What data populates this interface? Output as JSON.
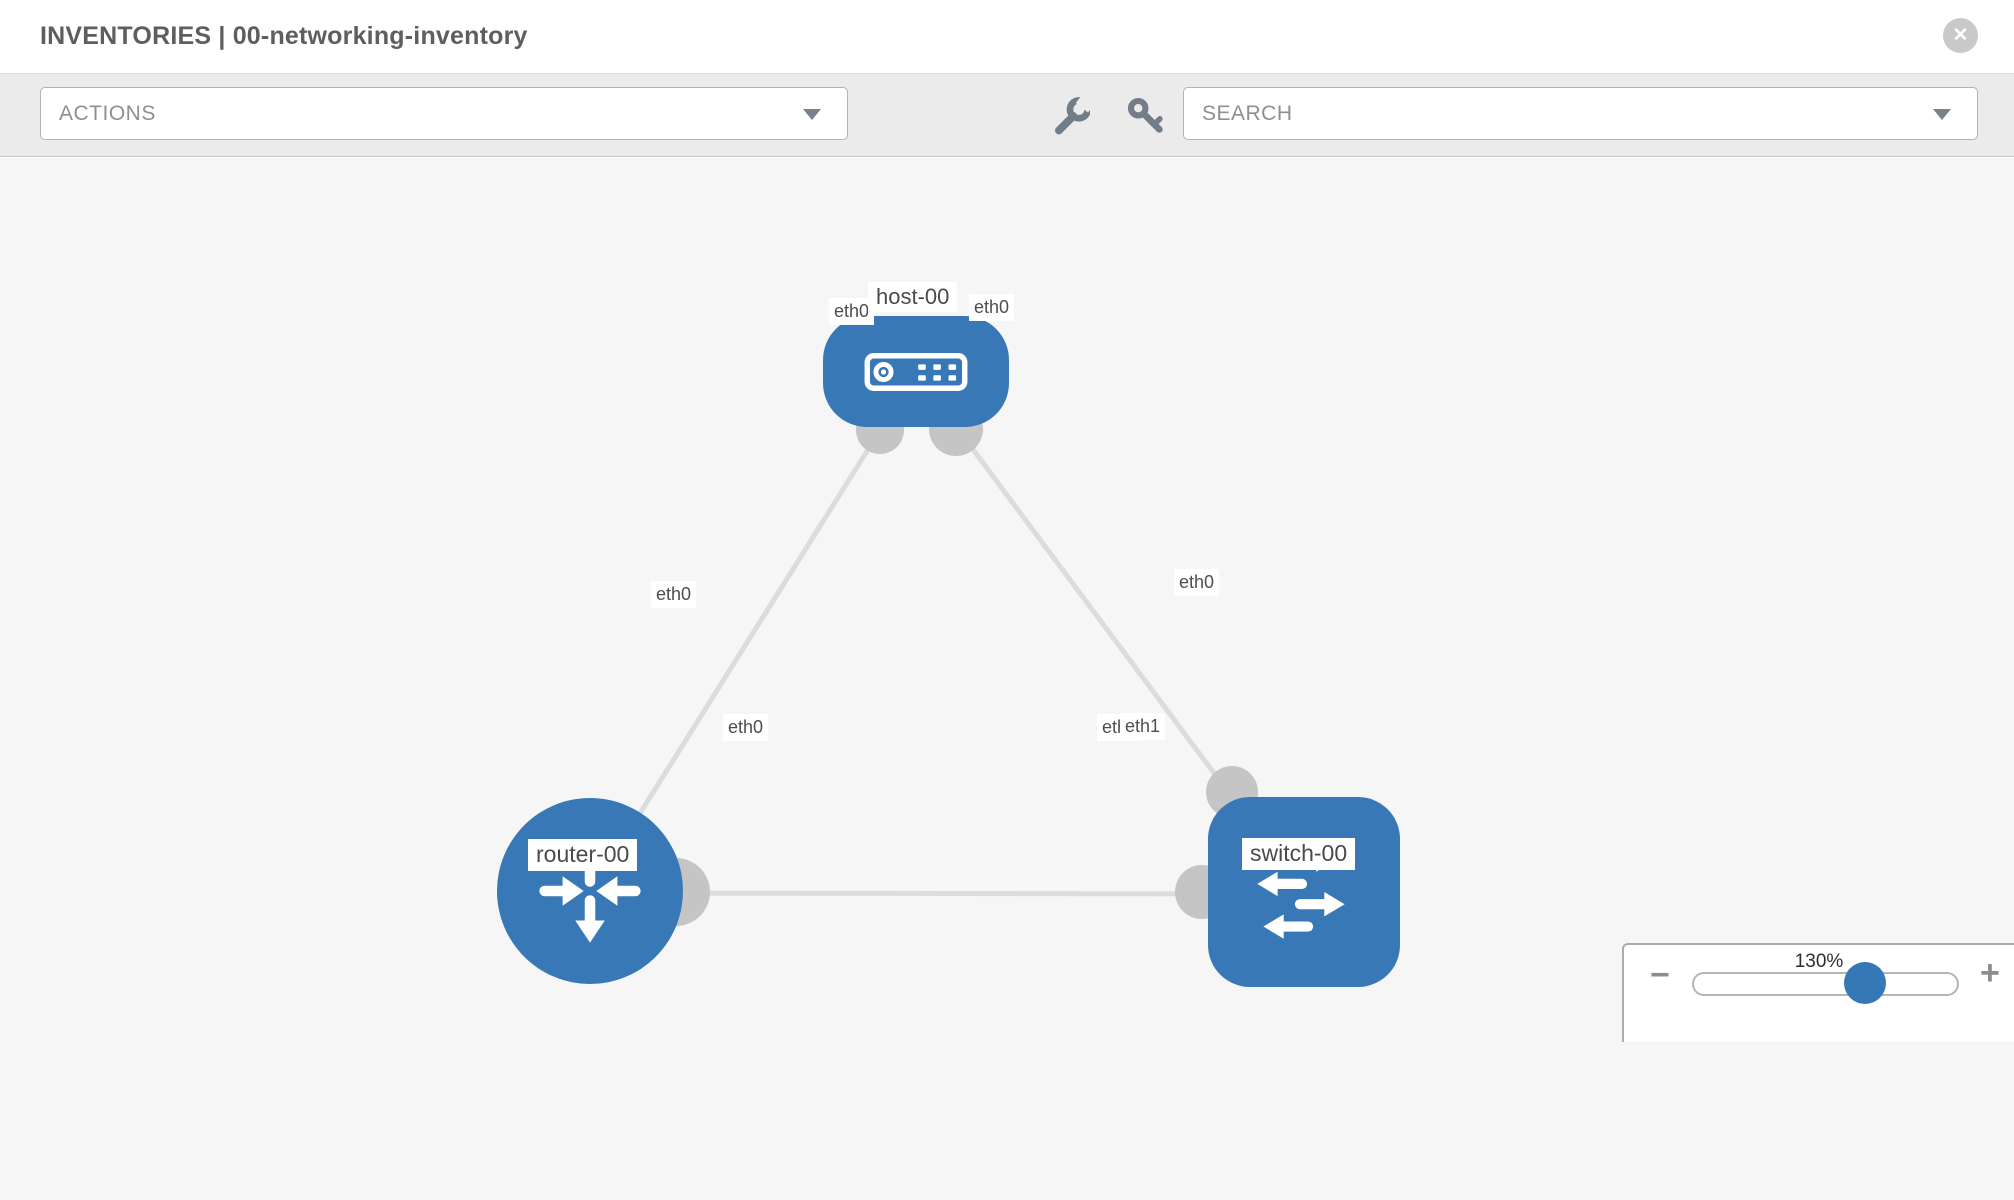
{
  "header": {
    "title": "INVENTORIES | 00-networking-inventory",
    "close_icon": "close-icon"
  },
  "toolbar": {
    "actions_label": "ACTIONS",
    "search_placeholder": "SEARCH",
    "icons": [
      "wrench-icon",
      "key-icon"
    ]
  },
  "diagram": {
    "nodes": [
      {
        "id": "host-00",
        "type": "host",
        "label": "host-00",
        "icon": "server-icon"
      },
      {
        "id": "router-00",
        "type": "router",
        "label": "router-00",
        "icon": "router-arrows-icon"
      },
      {
        "id": "switch-00",
        "type": "switch",
        "label": "switch-00",
        "icon": "switch-arrows-icon"
      }
    ],
    "links": [
      {
        "from": "host-00",
        "to": "router-00",
        "host_if": "eth0",
        "router_if": "eth0"
      },
      {
        "from": "host-00",
        "to": "switch-00",
        "host_if": "eth0",
        "switch_if": "eth0"
      },
      {
        "from": "router-00",
        "to": "switch-00",
        "router_if": "eth0",
        "switch_if": "eth1",
        "switch_if_back": "eth0"
      }
    ]
  },
  "zoom_control": {
    "value": "130%",
    "level_percent": 130,
    "minus_label": "−",
    "plus_label": "+"
  },
  "colors": {
    "node_blue": "#3878b6",
    "link_gray": "#dcdcdc",
    "connector_gray": "#c5c5c5",
    "canvas_bg": "#f6f6f6",
    "toolbar_bg": "#ebebeb",
    "chip_text": "#4e4e4e",
    "muted_text": "#8f8f8f",
    "title_text": "#5e5e5e"
  }
}
